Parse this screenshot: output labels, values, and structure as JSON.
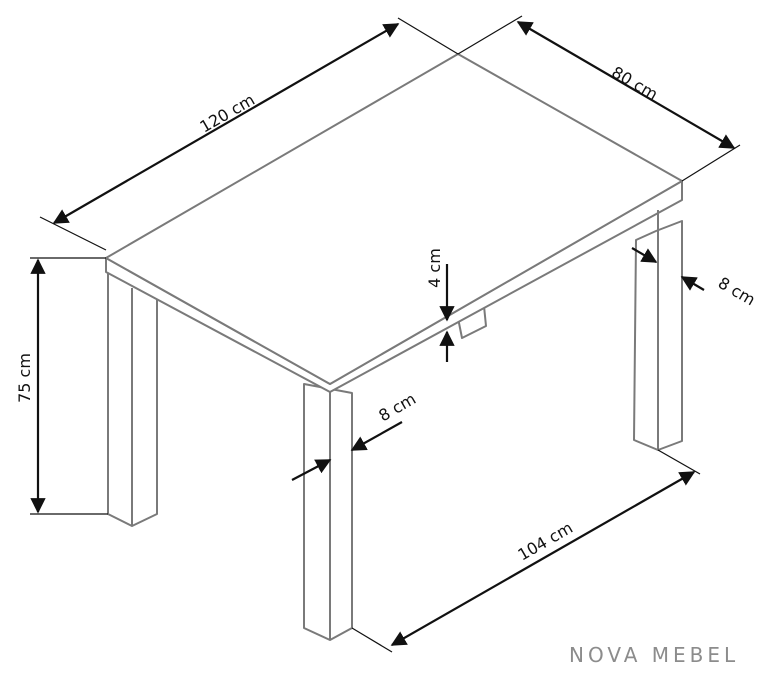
{
  "dimensions": {
    "length": "120 cm",
    "depth": "80 cm",
    "height": "75 cm",
    "top_thickness": "4 cm",
    "leg_front": "8 cm",
    "leg_back": "8 cm",
    "leg_span": "104 cm"
  },
  "brand": "NOVA MEBEL",
  "colors": {
    "outline": "#7a7a7a",
    "dimension_line": "#111111",
    "brand": "#8c8c8c"
  }
}
